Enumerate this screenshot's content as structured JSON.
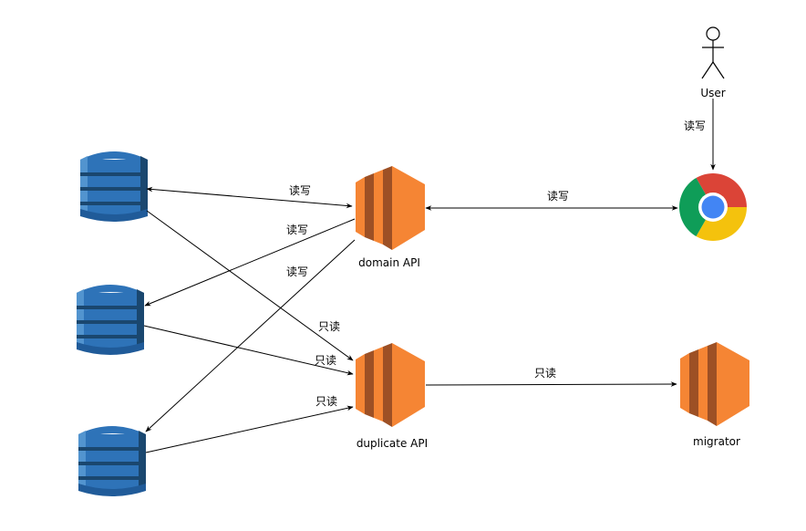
{
  "nodes": {
    "user": {
      "label": "User"
    },
    "domain_api": {
      "label": "domain API"
    },
    "duplicate_api": {
      "label": "duplicate API"
    },
    "migrator": {
      "label": "migrator"
    },
    "browser": {
      "icon": "chrome-icon"
    },
    "db1": {
      "icon": "database-icon"
    },
    "db2": {
      "icon": "database-icon"
    },
    "db3": {
      "icon": "database-icon"
    }
  },
  "edges": {
    "user_browser": "读写",
    "db1_domain": "读写",
    "domain_db2": "读写",
    "domain_db3": "读写",
    "domain_browser": "读写",
    "db1_duplicate": "只读",
    "db2_duplicate": "只读",
    "db3_duplicate": "只读",
    "duplicate_migrator": "只读"
  },
  "colors": {
    "db_top": "#2E73B8",
    "db_band": "#205B99",
    "db_dark": "#1A476F",
    "db_light": "#5294CF",
    "server_light": "#F58534",
    "server_dark": "#9D5025",
    "chrome_red": "#DB4437",
    "chrome_yellow": "#F4C20D",
    "chrome_green": "#0F9D58",
    "chrome_blue": "#4285F4"
  }
}
